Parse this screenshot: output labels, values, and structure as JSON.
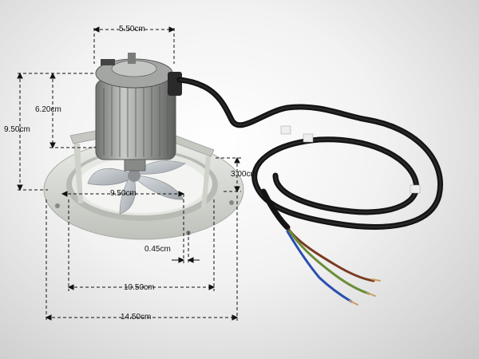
{
  "photo": {
    "subject": "axial fan motor with mounting ring and cable"
  },
  "dimensions": {
    "motor_width": "5.50cm",
    "motor_height": "6.20cm",
    "total_height": "9.50cm",
    "ring_depth": "3.00cm",
    "blade_diameter": "9.50cm",
    "gap": "0.45cm",
    "inner_diameter": "10.50cm",
    "outer_diameter": "14.50cm"
  },
  "colors": {
    "ring": "#d6d8d2",
    "motor": "#9a9c9a",
    "cable": "#1a1a1a",
    "wire_brown": "#7a3b22",
    "wire_blue": "#2b4fb0",
    "wire_green": "#6a8e3a"
  }
}
